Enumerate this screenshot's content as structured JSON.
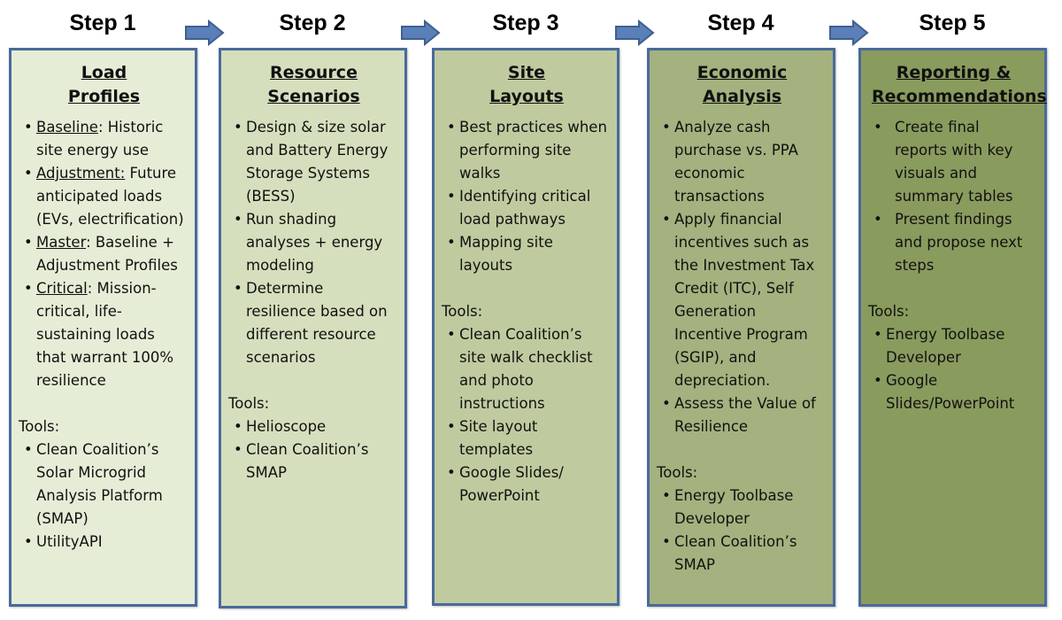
{
  "colors": {
    "border": "#4a6a9a",
    "arrow": "#5b7fb8",
    "box_fills": [
      "#e6edd6",
      "#d5dfbd",
      "#bfcb9f",
      "#a3b27e",
      "#8a9b5e"
    ]
  },
  "steps": [
    {
      "label": "Step 1",
      "title": "Load Profiles",
      "title_lines": [
        "Load",
        "Profiles"
      ],
      "items": [
        {
          "lead": "Baseline",
          "text": ": Historic site energy use"
        },
        {
          "lead": "Adjustment:",
          "text": " Future anticipated loads (EVs, electrification)"
        },
        {
          "lead": "Master",
          "text": ": Baseline + Adjustment Profiles"
        },
        {
          "lead": "Critical",
          "text": ": Mission-critical, life-sustaining loads that warrant 100% resilience"
        }
      ],
      "tools_label": "Tools:",
      "tools": [
        "Clean Coalition’s Solar Microgrid Analysis Platform (SMAP)",
        "UtilityAPI"
      ]
    },
    {
      "label": "Step 2",
      "title": "Resource Scenarios",
      "title_lines": [
        "Resource",
        "Scenarios"
      ],
      "items": [
        {
          "lead": "",
          "text": "Design & size solar and Battery Energy Storage Systems (BESS)"
        },
        {
          "lead": "",
          "text": "Run shading analyses + energy modeling"
        },
        {
          "lead": "",
          "text": "Determine resilience based on different resource scenarios"
        }
      ],
      "tools_label": "Tools:",
      "tools": [
        "Helioscope",
        "Clean Coalition’s SMAP"
      ]
    },
    {
      "label": "Step 3",
      "title": "Site Layouts",
      "title_lines": [
        "Site",
        "Layouts"
      ],
      "items": [
        {
          "lead": "",
          "text": "Best practices when performing site walks"
        },
        {
          "lead": "",
          "text": "Identifying critical load pathways"
        },
        {
          "lead": "",
          "text": "Mapping site layouts"
        }
      ],
      "tools_label": "Tools:",
      "tools": [
        "Clean Coalition’s site walk checklist and photo instructions",
        "Site layout templates",
        "Google Slides/ PowerPoint"
      ]
    },
    {
      "label": "Step 4",
      "title": "Economic Analysis",
      "title_lines": [
        "Economic",
        "Analysis"
      ],
      "items": [
        {
          "lead": "",
          "text": "Analyze cash purchase vs. PPA economic transactions"
        },
        {
          "lead": "",
          "text": "Apply financial incentives such as the Investment Tax Credit (ITC), Self Generation Incentive Program (SGIP), and depreciation."
        },
        {
          "lead": "",
          "text": "Assess the Value of Resilience"
        }
      ],
      "tools_label": "Tools:",
      "tools": [
        "Energy Toolbase Developer",
        "Clean Coalition’s SMAP"
      ]
    },
    {
      "label": "Step 5",
      "title": "Reporting & Recommendations",
      "title_lines": [
        "Reporting &",
        "Recommendations"
      ],
      "items": [
        {
          "lead": "",
          "text": "Create final reports with key visuals and summary tables"
        },
        {
          "lead": "",
          "text": "Present findings and propose next steps"
        }
      ],
      "tools_label": "Tools:",
      "tools": [
        "Energy Toolbase Developer",
        "Google Slides/PowerPoint"
      ]
    }
  ]
}
